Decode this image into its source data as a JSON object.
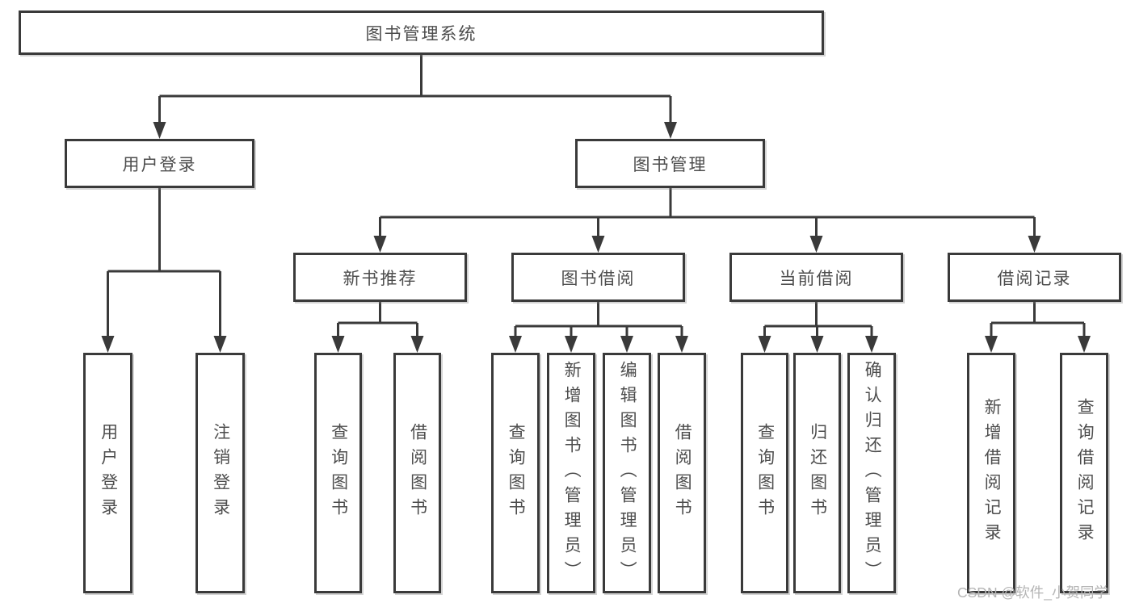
{
  "diagram": {
    "root": {
      "label": "图书管理系统"
    },
    "branches": [
      {
        "label": "用户登录",
        "children": [
          {
            "label": "用户登录"
          },
          {
            "label": "注销登录"
          }
        ]
      },
      {
        "label": "图书管理",
        "children": [
          {
            "label": "新书推荐",
            "children": [
              {
                "label": "查询图书"
              },
              {
                "label": "借阅图书"
              }
            ]
          },
          {
            "label": "图书借阅",
            "children": [
              {
                "label": "查询图书"
              },
              {
                "label": "新增图书（管理员）"
              },
              {
                "label": "编辑图书（管理员）"
              },
              {
                "label": "借阅图书"
              }
            ]
          },
          {
            "label": "当前借阅",
            "children": [
              {
                "label": "查询图书"
              },
              {
                "label": "归还图书"
              },
              {
                "label": "确认归还（管理员）"
              }
            ]
          },
          {
            "label": "借阅记录",
            "children": [
              {
                "label": "新增借阅记录"
              },
              {
                "label": "查询借阅记录"
              }
            ]
          }
        ]
      }
    ]
  },
  "watermark": {
    "text": "CSDN @软件_小贺同学"
  },
  "colors": {
    "line": "#3a3a3a",
    "text": "#4d4d4d",
    "watermark": "#b5b5b5",
    "bg": "#ffffff"
  }
}
